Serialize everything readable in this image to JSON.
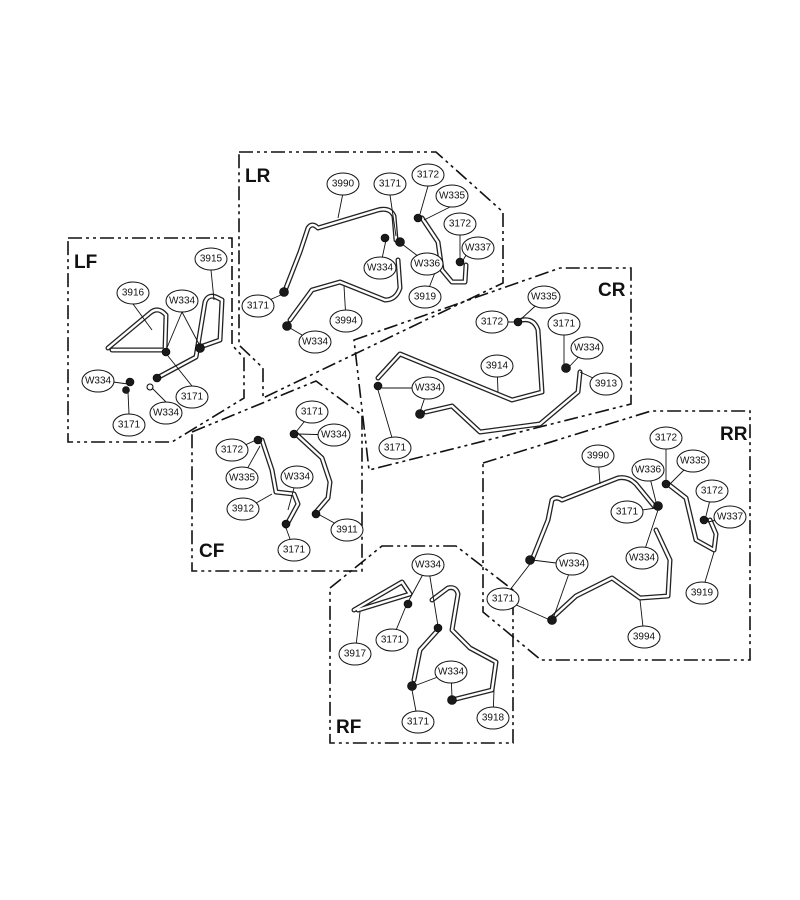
{
  "groups": {
    "lf": {
      "label": "LF",
      "parts": [
        "3916",
        "3915",
        "W334",
        "W334",
        "3171",
        "W334",
        "3171"
      ]
    },
    "lr": {
      "label": "LR",
      "parts": [
        "3990",
        "3171",
        "3172",
        "W335",
        "3172",
        "W337",
        "W334",
        "W336",
        "3919",
        "3171",
        "W334",
        "3994"
      ]
    },
    "cr": {
      "label": "CR",
      "parts": [
        "W335",
        "3172",
        "3171",
        "W334",
        "3914",
        "3913",
        "W334",
        "3171"
      ]
    },
    "cf": {
      "label": "CF",
      "parts": [
        "3171",
        "W334",
        "3172",
        "W335",
        "W334",
        "3912",
        "3911",
        "3171"
      ]
    },
    "rr": {
      "label": "RR",
      "parts": [
        "3172",
        "3990",
        "W335",
        "W336",
        "3172",
        "3171",
        "W337",
        "W334",
        "3171",
        "3919",
        "3994"
      ]
    },
    "rf": {
      "label": "RF",
      "parts": [
        "W334",
        "3917",
        "3171",
        "W334",
        "3918",
        "3171"
      ]
    }
  }
}
